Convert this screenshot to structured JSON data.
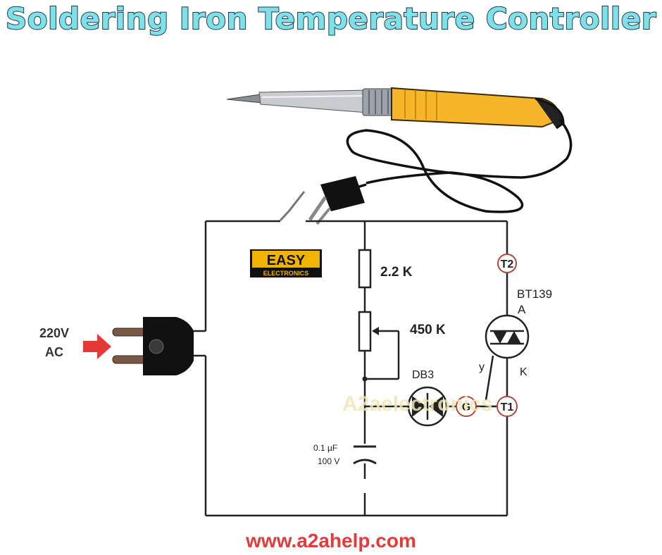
{
  "title": "Soldering Iron Temperature Controller",
  "website": "www.a2ahelp.com",
  "logo": {
    "line1": "EASY",
    "line2": "ELECTRONICS"
  },
  "watermark": "A2aelectronics",
  "input": {
    "voltage": "220V",
    "type": "AC"
  },
  "components": {
    "resistor": "2.2 K",
    "potentiometer": "450 K",
    "diac": "DB3",
    "triac": "BT139",
    "triac_suffix": "A",
    "capacitor_value": "0.1 µF",
    "capacitor_voltage": "100 V"
  },
  "terminals": {
    "t2": "T2",
    "t1": "T1",
    "gate": "G"
  },
  "triac_pins": {
    "left": "y",
    "right": "K"
  },
  "colors": {
    "title_fill": "#7fe0e8",
    "title_stroke": "#1b3a52",
    "url": "#e33a3a",
    "arrow": "#e53935",
    "iron_handle": "#f7b62a",
    "terminal_circle": "#b5473a",
    "logo_bg": "#f0b400"
  }
}
